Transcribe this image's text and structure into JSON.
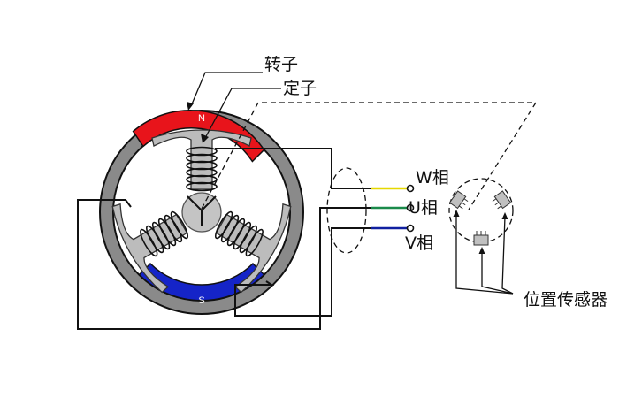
{
  "labels": {
    "rotor": "转子",
    "stator": "定子",
    "phase_w": "W相",
    "phase_u": "U相",
    "phase_v": "V相",
    "position_sensor": "位置传感器",
    "north_pole": "N",
    "south_pole": "S"
  },
  "colors": {
    "north_magnet": "#e8141b",
    "south_magnet": "#1524c8",
    "housing": "#8a8a8a",
    "stator_core": "#bcbcbc",
    "wire_w": "#e6d800",
    "wire_u": "#1a8a4a",
    "wire_v": "#1020a0"
  }
}
